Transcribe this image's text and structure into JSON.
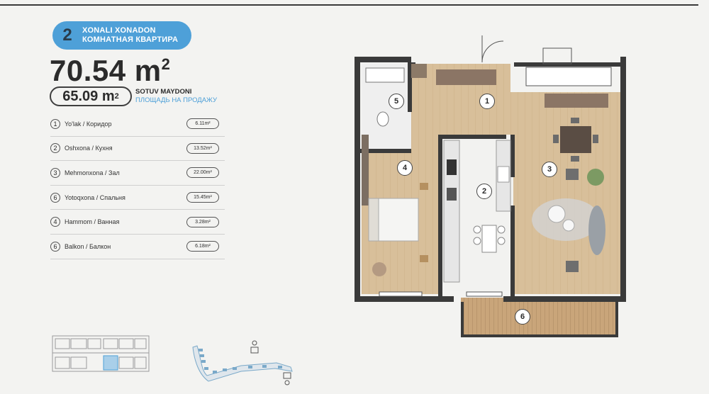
{
  "header": {
    "rooms_count": "2",
    "type_uz": "XONALI XONADON",
    "type_ru": "КОМНАТНАЯ КВАРТИРА",
    "total_area": "70.54 m",
    "total_area_unit_sup": "2"
  },
  "sale_area": {
    "value": "65.09 m",
    "unit_sup": "2",
    "label_uz": "SOTUV MAYDONI",
    "label_ru": "ПЛОЩАДЬ НА ПРОДАЖУ"
  },
  "rooms": [
    {
      "num": "1",
      "name": "Yo'lak / Коридор",
      "area": "6.11m²"
    },
    {
      "num": "2",
      "name": "Oshxona / Кухня",
      "area": "13.52m²"
    },
    {
      "num": "3",
      "name": "Mehmonxona / Зал",
      "area": "22.00m²"
    },
    {
      "num": "6",
      "name": "Yotoqxona / Спальня",
      "area": "15.45m²"
    },
    {
      "num": "4",
      "name": "Hammom / Ванная",
      "area": "3.28m²"
    },
    {
      "num": "6",
      "name": "Balkon / Балкон",
      "area": "6.18m²"
    }
  ],
  "plan_labels": {
    "corridor": "1",
    "kitchen": "2",
    "living": "3",
    "bedroom": "4",
    "bathroom": "5",
    "balcony": "6"
  },
  "colors": {
    "accent": "#4ea0d8",
    "wall": "#3a3a3a",
    "floor": "#d9c2a0"
  }
}
